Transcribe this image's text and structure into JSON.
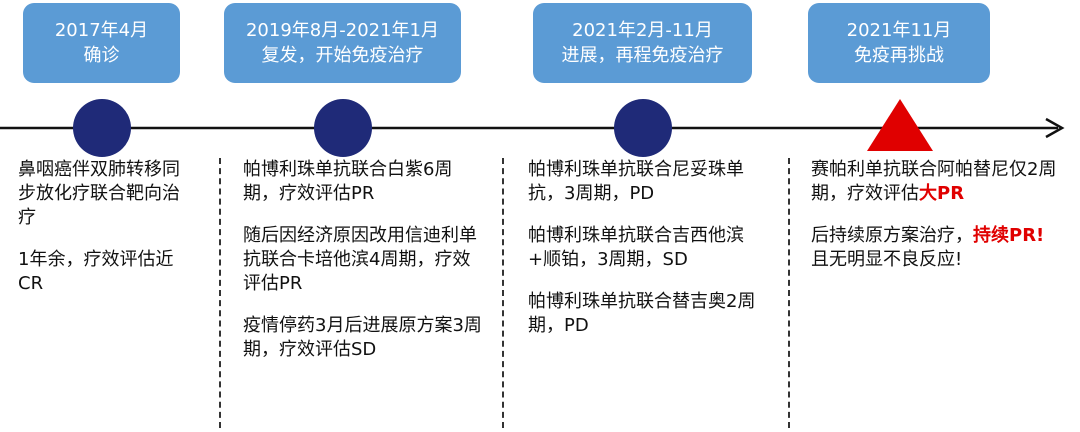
{
  "phases": [
    {
      "date": "2017年4月",
      "title": "确诊"
    },
    {
      "date": "2019年8月-2021年1月",
      "title": "复发，开始免疫治疗"
    },
    {
      "date": "2021年2月-11月",
      "title": "进展，再程免疫治疗"
    },
    {
      "date": "2021年11月",
      "title": "免疫再挑战"
    }
  ],
  "colors": {
    "box": "#5b9bd5",
    "circle": "#1f2a78",
    "triangle": "#e00000",
    "highlight": "#e00000"
  },
  "col1": {
    "p1": "鼻咽癌伴双肺转移同步放化疗联合靶向治疗",
    "p2": "1年余，疗效评估近CR"
  },
  "col2": {
    "p1": "帕博利珠单抗联合白紫6周期，疗效评估PR",
    "p2": "随后因经济原因改用信迪利单抗联合卡培他滨4周期，疗效评估PR",
    "p3": "疫情停药3月后进展原方案3周期，疗效评估SD"
  },
  "col3": {
    "p1": "帕博利珠单抗联合尼妥珠单抗，3周期，PD",
    "p2": "帕博利珠单抗联合吉西他滨+顺铂，3周期，SD",
    "p3": "帕博利珠单抗联合替吉奥2周期，PD"
  },
  "col4": {
    "p1_text": "赛帕利单抗联合阿帕替尼仅2周期，疗效评估",
    "p1_highlight": "大PR",
    "p2_text1": "后持续原方案治疗，",
    "p2_highlight": "持续PR!",
    "p2_text2": "且无明显不良反应!"
  }
}
